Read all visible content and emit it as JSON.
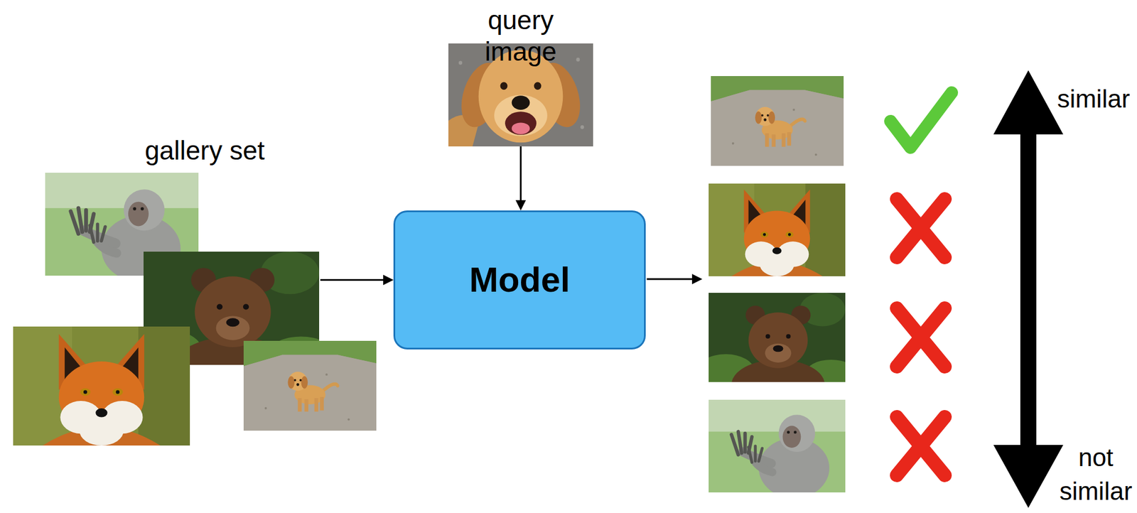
{
  "diagram": {
    "nodes": [
      {
        "text": [
          "query image"
        ]
      },
      {
        "text": [
          "gallery set"
        ]
      },
      {
        "text": [
          "Model"
        ]
      }
    ],
    "edges": [
      {
        "from": 0,
        "to": 2,
        "arrow": "to"
      },
      {
        "from": 1,
        "to": 2,
        "arrow": "to"
      }
    ],
    "labels": [
      "similar",
      "not similar"
    ]
  }
}
